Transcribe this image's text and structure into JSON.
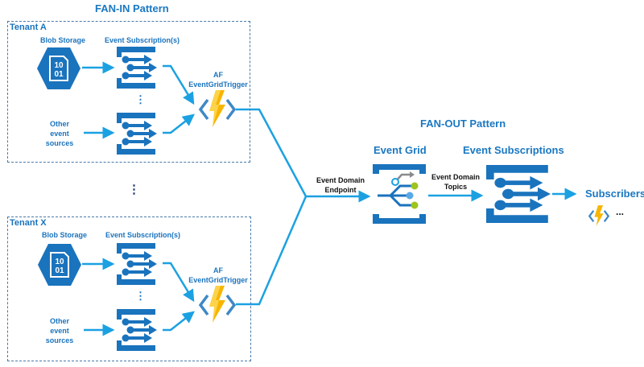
{
  "fan_in": {
    "title": "FAN-IN Pattern",
    "tenants": [
      {
        "label": "Tenant A",
        "blob_label": "Blob Storage",
        "blob_icon_text": [
          "10",
          "01"
        ],
        "subscriptions_label": "Event Subscription(s)",
        "other_sources_label": [
          "Other",
          "event",
          "sources"
        ],
        "function_label": [
          "AF",
          "EventGridTrigger"
        ],
        "ellipsis": "⋮"
      },
      {
        "label": "Tenant X",
        "blob_label": "Blob Storage",
        "blob_icon_text": [
          "10",
          "01"
        ],
        "subscriptions_label": "Event Subscription(s)",
        "other_sources_label": [
          "Other",
          "event",
          "sources"
        ],
        "function_label": [
          "AF",
          "EventGridTrigger"
        ],
        "ellipsis": "⋮"
      }
    ],
    "between_tenants_ellipsis": "⋮"
  },
  "fan_out": {
    "title": "FAN-OUT Pattern",
    "endpoint_label": [
      "Event Domain",
      "Endpoint"
    ],
    "event_grid_label": "Event Grid",
    "topics_label": [
      "Event Domain",
      "Topics"
    ],
    "subscriptions_label": "Event Subscriptions",
    "subscribers_label": "Subscribers",
    "subscribers_more": "..."
  },
  "colors": {
    "azure_blue": "#1a73bd",
    "connector": "#1ba1e2",
    "lightning": "#f7b500",
    "chevron": "#3f88c5",
    "green_dot": "#9ec41f",
    "grid_gray": "#8a8a8a"
  }
}
